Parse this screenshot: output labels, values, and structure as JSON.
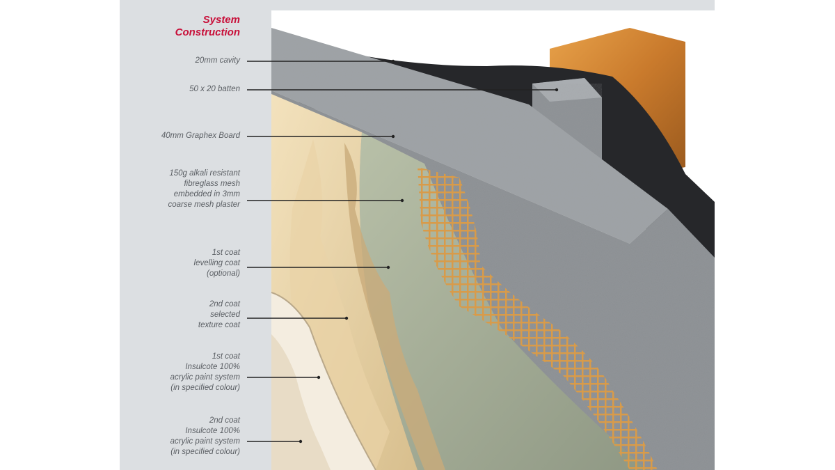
{
  "diagram": {
    "title_lines": [
      "System",
      "Construction"
    ],
    "labels": [
      {
        "id": "cavity",
        "lines": [
          "20mm cavity"
        ]
      },
      {
        "id": "batten",
        "lines": [
          "50 x 20  batten"
        ]
      },
      {
        "id": "board",
        "lines": [
          "40mm Graphex Board"
        ]
      },
      {
        "id": "mesh",
        "lines": [
          "150g alkali resistant",
          "fibreglass mesh",
          "embedded in 3mm",
          "coarse mesh plaster"
        ]
      },
      {
        "id": "leveling",
        "lines": [
          "1st coat",
          "levelling coat",
          "(optional)"
        ]
      },
      {
        "id": "texture",
        "lines": [
          "2nd coat",
          "selected",
          "texture coat"
        ]
      },
      {
        "id": "paint1",
        "lines": [
          "1st coat",
          "Insulcote 100%",
          "acrylic paint system",
          "(in specified colour)"
        ]
      },
      {
        "id": "paint2",
        "lines": [
          "2nd coat",
          "Insulcote 100%",
          "acrylic paint system",
          "(in specified colour)"
        ]
      }
    ]
  }
}
